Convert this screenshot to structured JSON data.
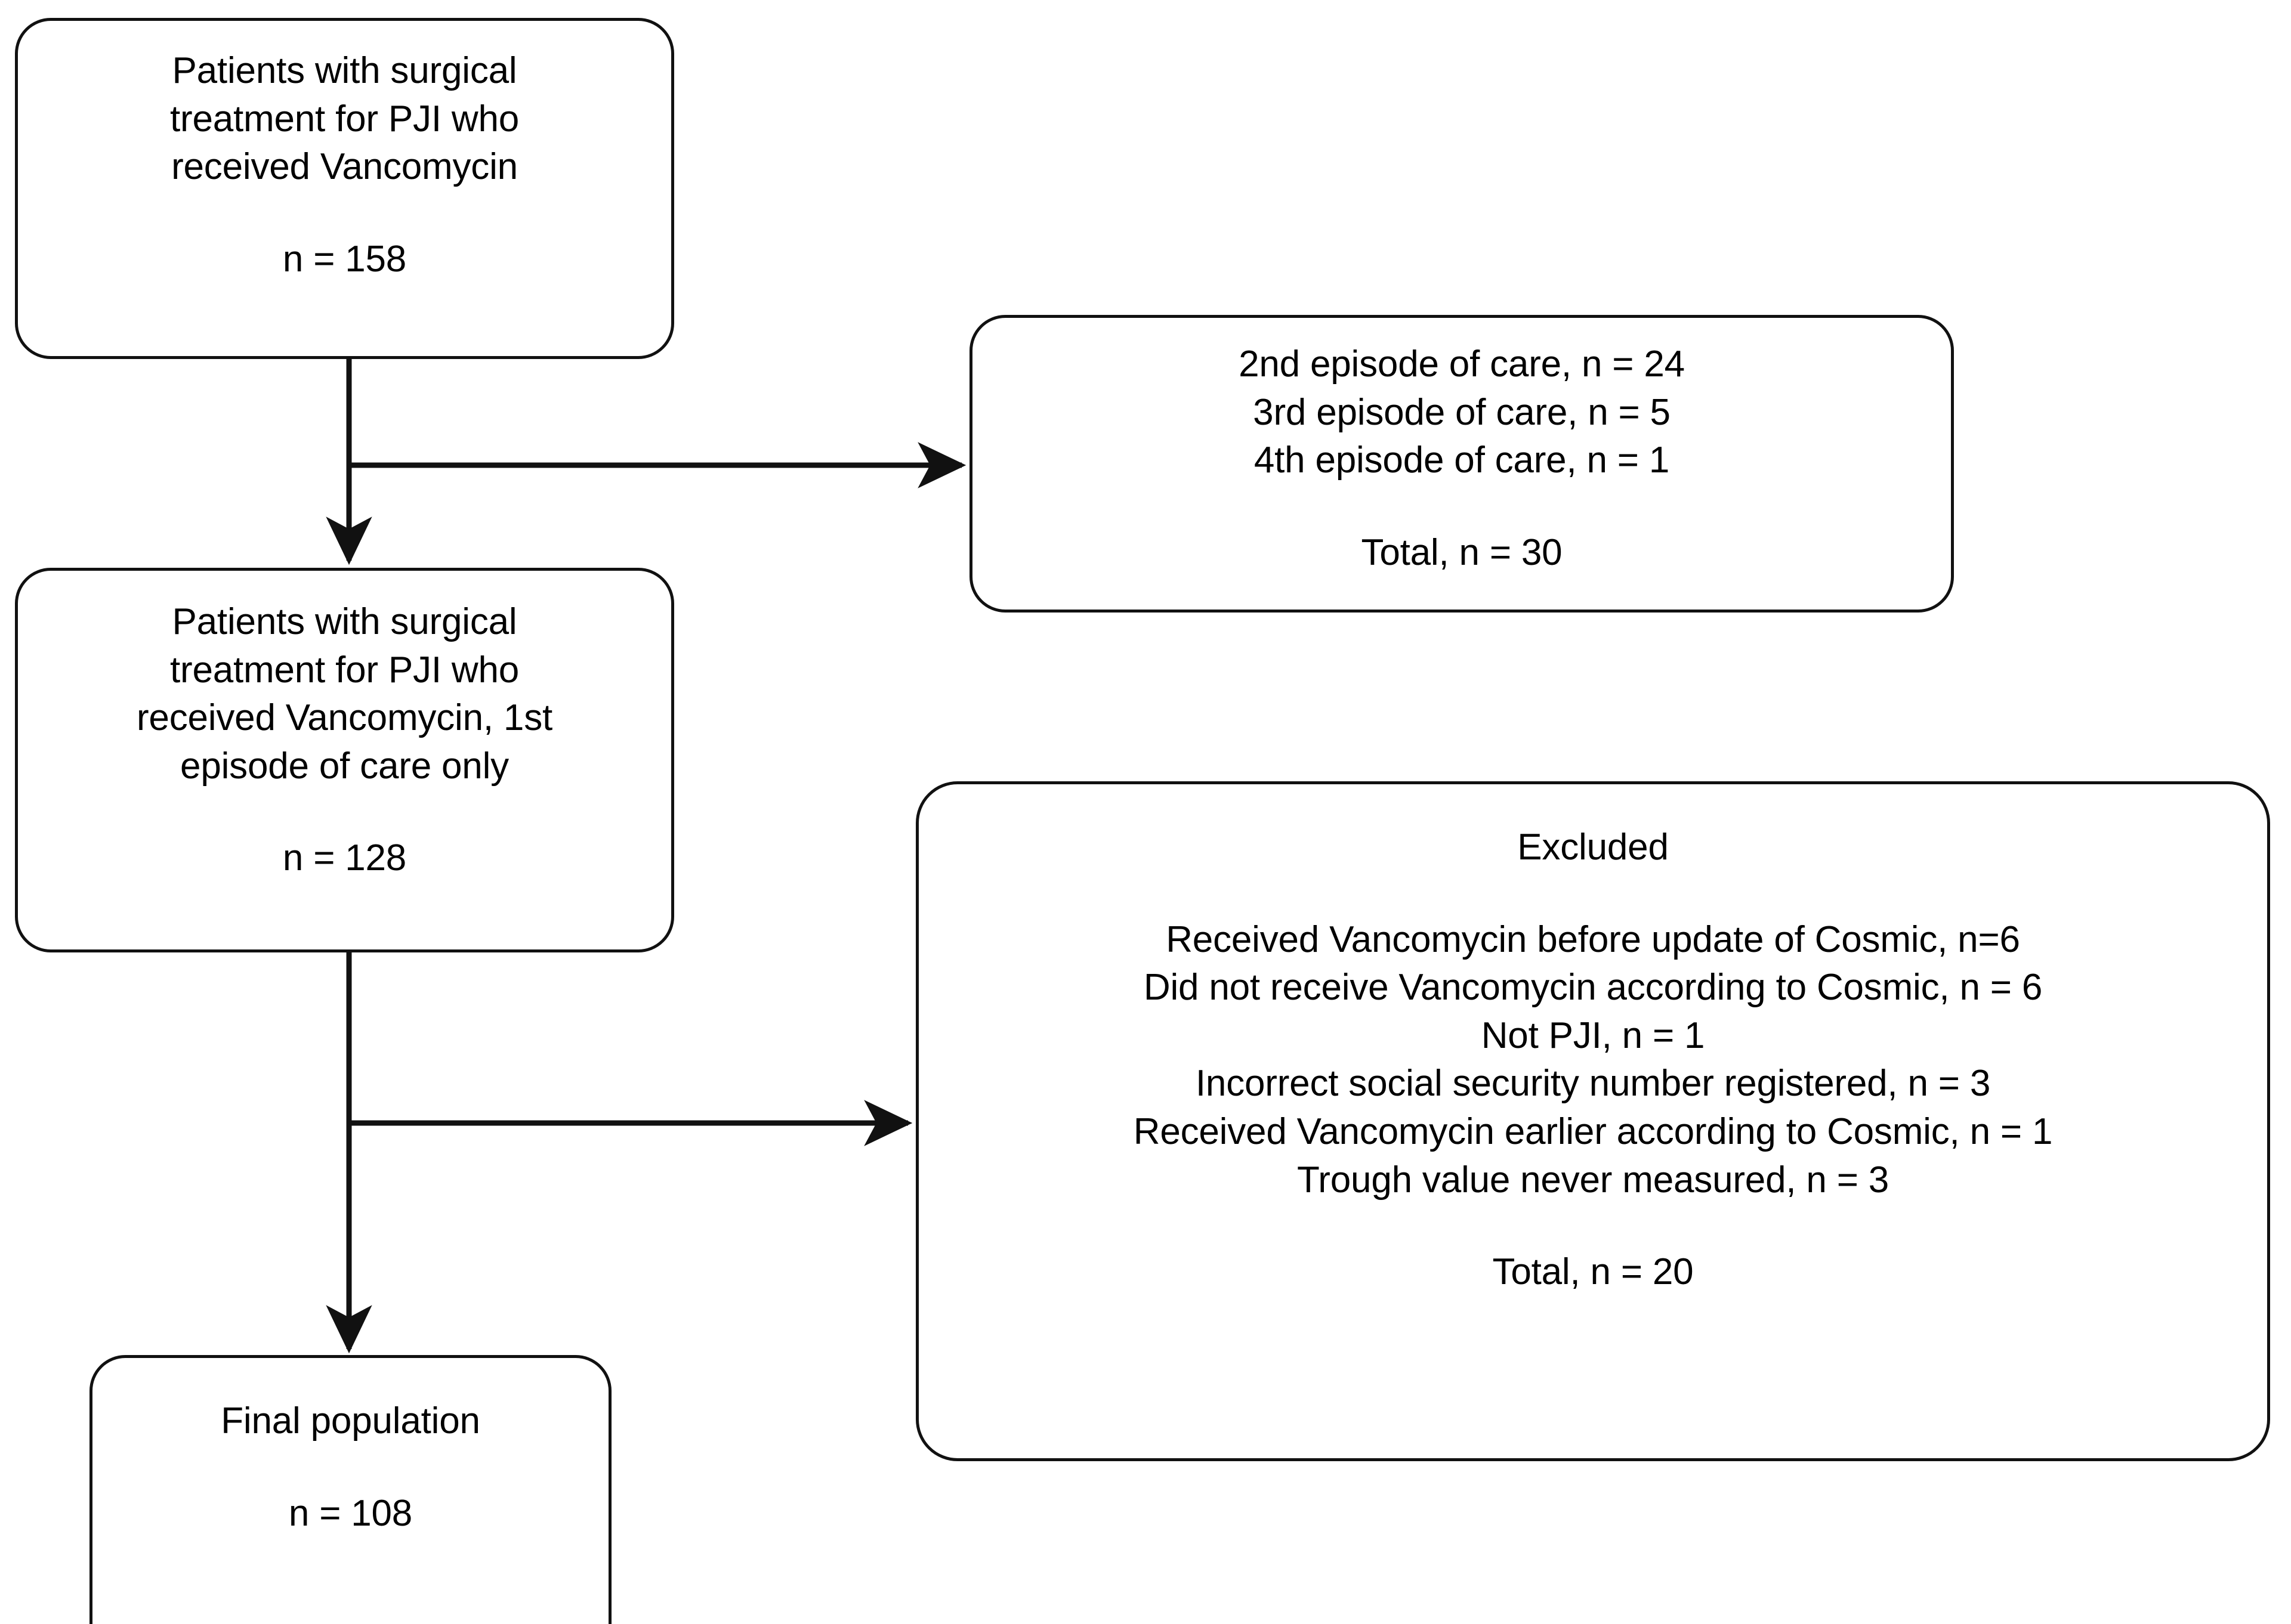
{
  "diagram": {
    "title": "Patient selection flowchart",
    "type": "flowchart",
    "stroke_color": "#111111",
    "background_color": "#ffffff"
  },
  "nodes": {
    "source": {
      "label": "source-cohort",
      "text_lines": [
        "Patients with surgical",
        "treatment for PJI who",
        "received Vancomycin"
      ],
      "count_line": "n = 158",
      "n": 158
    },
    "episodes_excluded": {
      "label": "repeat-episodes-excluded",
      "text_lines": [
        "2nd episode of care, n = 24",
        "3rd episode of care, n = 5",
        "4th episode of care, n = 1"
      ],
      "total_line": "Total, n = 30",
      "items": [
        {
          "reason": "2nd episode of care",
          "n": 24
        },
        {
          "reason": "3rd episode of care",
          "n": 5
        },
        {
          "reason": "4th episode of care",
          "n": 1
        }
      ],
      "total": 30
    },
    "cohort": {
      "label": "first-episode-cohort",
      "text_lines": [
        "Patients with surgical",
        "treatment for PJI who",
        "received Vancomycin, 1st",
        "episode of care only"
      ],
      "count_line": "n = 128",
      "n": 128
    },
    "excluded": {
      "label": "excluded",
      "heading": "Excluded",
      "text_lines": [
        "Received Vancomycin before update of Cosmic, n=6",
        "Did not receive Vancomycin according to Cosmic, n = 6",
        "Not PJI, n = 1",
        "Incorrect social security number registered, n = 3",
        "Received Vancomycin earlier according to Cosmic, n = 1",
        "Trough value never measured, n = 3"
      ],
      "total_line": "Total, n = 20",
      "items": [
        {
          "reason": "Received Vancomycin before update of Cosmic",
          "n": 6
        },
        {
          "reason": "Did not receive Vancomycin according to Cosmic",
          "n": 6
        },
        {
          "reason": "Not PJI",
          "n": 1
        },
        {
          "reason": "Incorrect social security number registered",
          "n": 3
        },
        {
          "reason": "Received Vancomycin earlier according to Cosmic",
          "n": 1
        },
        {
          "reason": "Trough value never measured",
          "n": 3
        }
      ],
      "total": 20
    },
    "final": {
      "label": "final-population",
      "text_lines": [
        "Final population"
      ],
      "count_line": "n = 108",
      "n": 108
    }
  },
  "edges": [
    {
      "from": "source",
      "to": "cohort",
      "direction": "down"
    },
    {
      "from": "source",
      "to": "episodes_excluded",
      "direction": "right"
    },
    {
      "from": "cohort",
      "to": "final",
      "direction": "down"
    },
    {
      "from": "cohort",
      "to": "excluded",
      "direction": "right"
    }
  ]
}
